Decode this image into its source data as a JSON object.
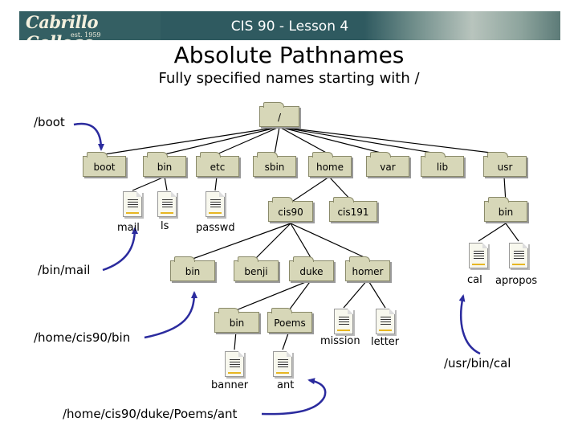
{
  "header": {
    "logo_text": "Cabrillo College",
    "logo_sub": "est. 1959",
    "title": "CIS 90 - Lesson 4"
  },
  "slide": {
    "title": "Absolute Pathnames",
    "subtitle": "Fully specified names starting with /"
  },
  "tree": {
    "root": "/",
    "top_dirs": {
      "boot": "boot",
      "bin": "bin",
      "etc": "etc",
      "sbin": "sbin",
      "home": "home",
      "var": "var",
      "lib": "lib",
      "usr": "usr"
    },
    "sub_dirs": {
      "cis90": "cis90",
      "cis191": "cis191",
      "usr_bin": "bin",
      "cis90_bin": "bin",
      "benji": "benji",
      "duke": "duke",
      "homer": "homer",
      "duke_bin": "bin",
      "poems": "Poems"
    },
    "files": {
      "mail": "mail",
      "ls": "ls",
      "passwd": "passwd",
      "cal": "cal",
      "apropos": "apropos",
      "mission": "mission",
      "letter": "letter",
      "banner": "banner",
      "ant": "ant"
    }
  },
  "paths": {
    "boot": "/boot",
    "bin_mail": "/bin/mail",
    "home_cis90_bin": "/home/cis90/bin",
    "usr_bin_cal": "/usr/bin/cal",
    "ant": "/home/cis90/duke/Poems/ant"
  },
  "colors": {
    "folder": "#d7d7b8",
    "arrow": "#2b2b9e",
    "header": "#2f5a60"
  }
}
